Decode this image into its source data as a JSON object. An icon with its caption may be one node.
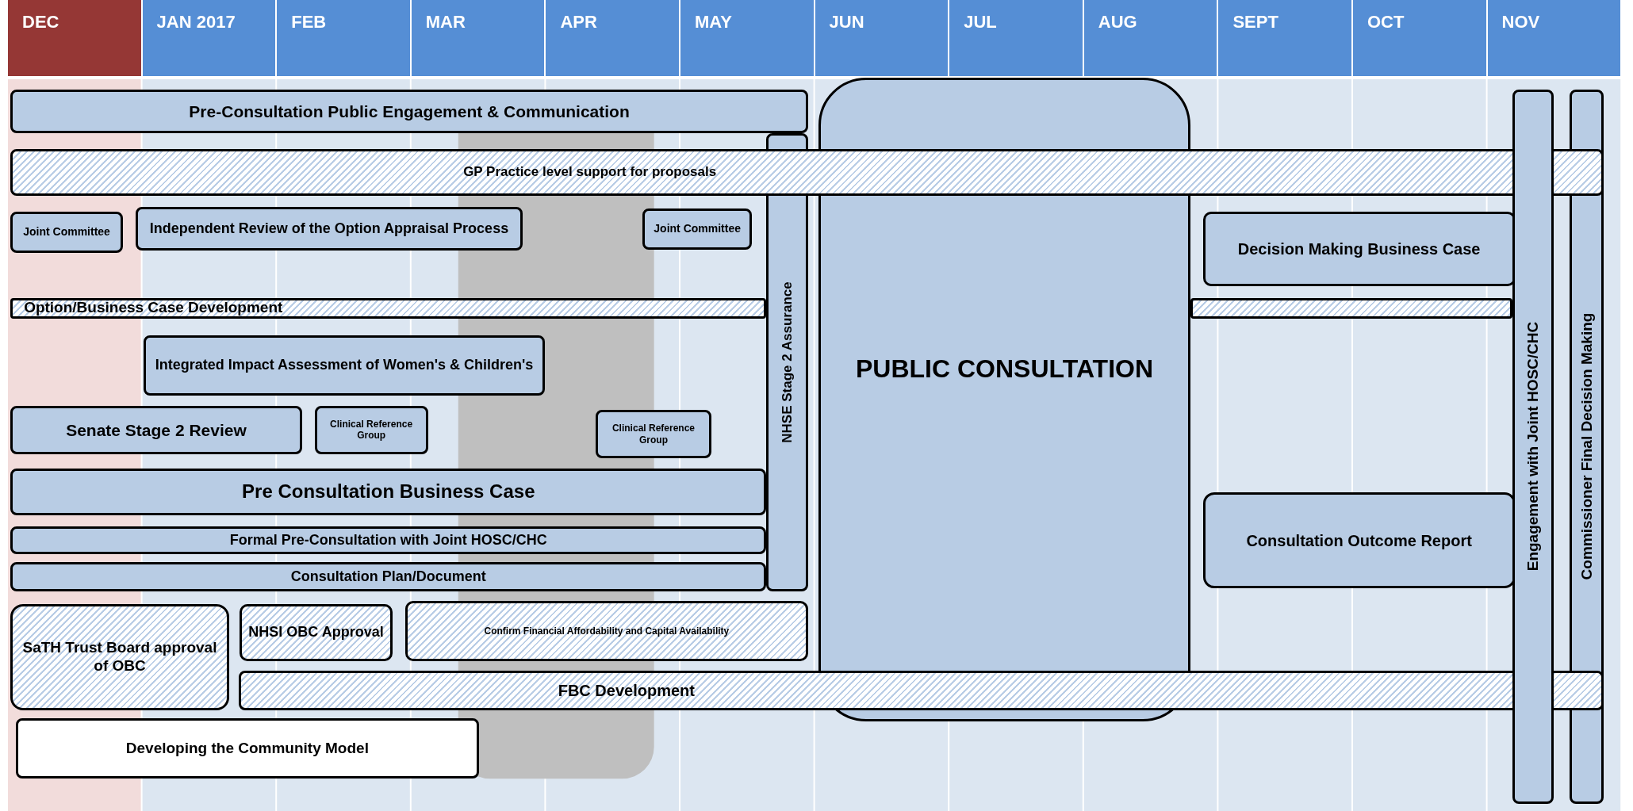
{
  "diagram": {
    "nodes": [
      {
        "text": [
          "Pre-Consultation Public Engagement & Communication"
        ]
      },
      {
        "text": [
          "GP Practice level support for proposals"
        ]
      },
      {
        "text": [
          "Joint Committee"
        ]
      },
      {
        "text": [
          "Independent Review of the Option Appraisal Process"
        ]
      },
      {
        "text": [
          "Joint Committee"
        ]
      },
      {
        "text": [
          "Decision Making Business Case"
        ]
      },
      {
        "text": [
          "Option/Business Case Development"
        ]
      },
      {
        "text": [
          "Integrated Impact Assessment of Women's & Children's"
        ]
      },
      {
        "text": [
          "Senate Stage 2 Review"
        ]
      },
      {
        "text": [
          "Clinical Reference Group"
        ]
      },
      {
        "text": [
          "Clinical Reference Group"
        ]
      },
      {
        "text": [
          "Pre Consultation Business Case"
        ]
      },
      {
        "text": [
          "Formal Pre-Consultation with Joint HOSC/CHC"
        ]
      },
      {
        "text": [
          "Consultation Plan/Document"
        ]
      },
      {
        "text": [
          "NHSE Stage 2 Assurance"
        ]
      },
      {
        "text": [
          "PUBLIC CONSULTATION"
        ]
      },
      {
        "text": [
          "SaTH Trust Board approval of OBC"
        ]
      },
      {
        "text": [
          "NHSI OBC Approval"
        ]
      },
      {
        "text": [
          "Confirm Financial Affordability and Capital Availability"
        ]
      },
      {
        "text": [
          "FBC Development"
        ]
      },
      {
        "text": [
          "Developing the Community Model"
        ]
      },
      {
        "text": [
          "Consultation Outcome Report"
        ]
      },
      {
        "text": [
          "Engagement with Joint HOSC/CHC"
        ]
      },
      {
        "text": [
          "Commissioner Final Decision Making"
        ]
      },
      {
        "text": [],
        "shape": "bar"
      }
    ],
    "labels": [
      "DEC",
      "JAN 2017",
      "FEB",
      "MAR",
      "APR",
      "MAY",
      "JUN",
      "JUL",
      "AUG",
      "SEPT",
      "OCT",
      "NOV"
    ]
  }
}
